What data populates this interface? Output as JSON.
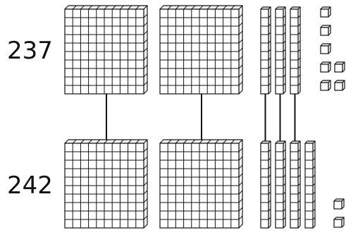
{
  "top_number": {
    "label": "237",
    "hundreds": 2,
    "tens": 3,
    "ones": 7
  },
  "bottom_number": {
    "label": "242",
    "hundreds": 2,
    "tens": 4,
    "ones": 2
  },
  "matched_groups": {
    "hundreds": 2,
    "tens": 3,
    "ones": 0
  },
  "colors": {
    "stroke": "#111111",
    "fill": "#ffffff"
  }
}
